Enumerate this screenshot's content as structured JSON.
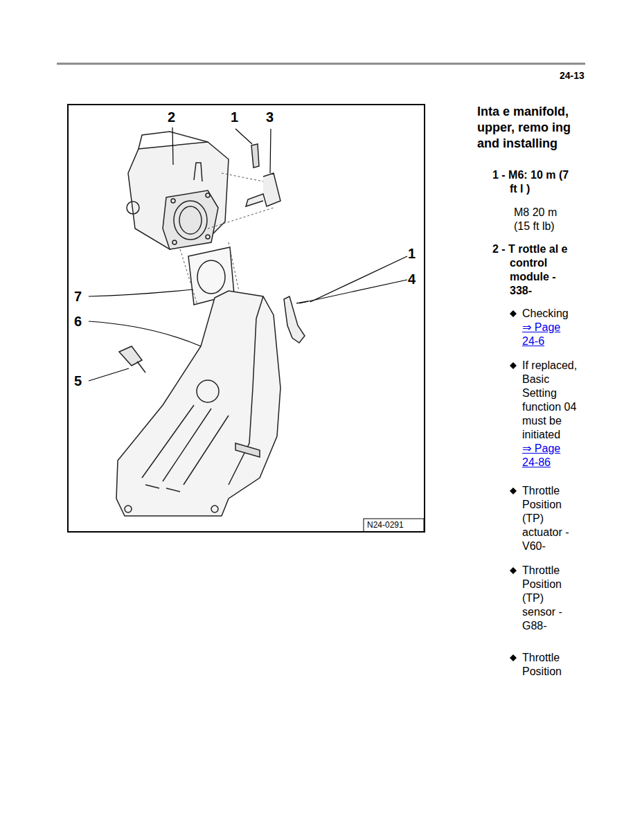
{
  "diagram": {
    "title": "Inta e manifold, upper, remo ing and installing",
    "labels": [
      "24-13",
      "2",
      "1",
      "3",
      "1",
      "4",
      "7",
      "6",
      "5",
      "N24-0291",
      "1 - M6: 10 m (7 ft l )",
      "M8 20 m (15 ft lb)",
      "2 - T rottle al e control module - 338-",
      "Checking",
      "⇒ Page 24-6",
      "If replaced, Basic Setting function 04 must be initiated",
      "⇒ Page 24-86",
      "Throttle Position (TP) actuator - V60-",
      "Throttle Position (TP) sensor - G88-",
      "Throttle Position"
    ]
  }
}
